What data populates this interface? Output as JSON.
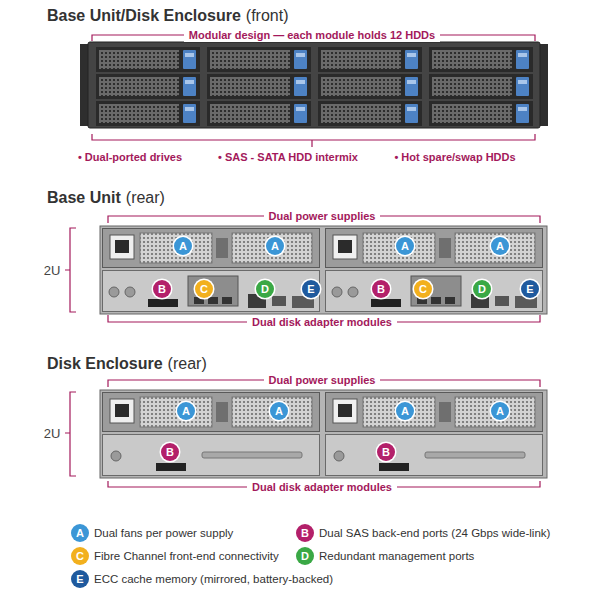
{
  "diagram": {
    "labels": [
      "Base Unit/Disk Enclosure",
      "(front)",
      "Modular design — each module holds 12 HDDs",
      "• Dual-ported drives",
      "• SAS - SATA HDD intermix",
      "• Hot spare/swap HDDs",
      "Base Unit",
      "(rear)",
      "Dual power supplies",
      "2U",
      "A",
      "A",
      "A",
      "A",
      "B",
      "C",
      "D",
      "E",
      "B",
      "C",
      "D",
      "E",
      "Dual disk adapter modules",
      "Disk Enclosure",
      "(rear)",
      "Dual power supplies",
      "2U",
      "A",
      "A",
      "A",
      "A",
      "B",
      "B",
      "Dual disk adapter modules",
      "A",
      "B",
      "C",
      "D",
      "E"
    ],
    "legend": [
      {
        "text": "Dual fans per power supply",
        "color": "#3b96d6"
      },
      {
        "text": "Dual SAS back-end ports (24 Gbps wide-link)",
        "color": "#b3206a"
      },
      {
        "text": "Fibre Channel front-end connectivity",
        "color": "#f2b01e"
      },
      {
        "text": "Redundant management ports",
        "color": "#3aa845"
      },
      {
        "text": "ECC cache memory (mirrored, battery-backed)",
        "color": "#1f5a9e"
      }
    ]
  }
}
